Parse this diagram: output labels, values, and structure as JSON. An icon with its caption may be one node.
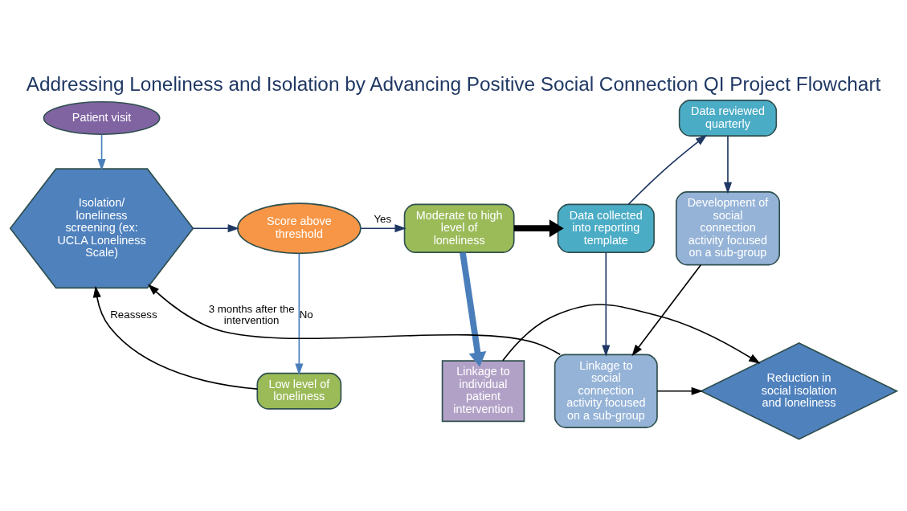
{
  "diagram": {
    "title": "Addressing Loneliness and Isolation by Advancing Positive Social Connection QI Project Flowchart",
    "nodes": [
      {
        "text": [
          "Patient visit"
        ]
      },
      {
        "text": [
          "Isolation/ loneliness screening (ex: UCLA Loneliness Scale)"
        ]
      },
      {
        "text": [
          "Score above threshold"
        ]
      },
      {
        "text": [
          "Moderate to high level of loneliness"
        ]
      },
      {
        "text": [
          "Low level of loneliness"
        ]
      },
      {
        "text": [
          "Linkage to individual patient intervention"
        ]
      },
      {
        "text": [
          "Data collected into reporting template"
        ]
      },
      {
        "text": [
          "Data reviewed quarterly"
        ]
      },
      {
        "text": [
          "Development of social connection activity focused on a sub-group"
        ]
      },
      {
        "text": [
          "Linkage to social connection activity focused on a sub-group"
        ]
      },
      {
        "text": [
          "Reduction in social isolation and loneliness"
        ]
      }
    ],
    "edges": [
      {
        "from": 0,
        "to": 1,
        "arrow": "to",
        "color": "#4a7ebb"
      },
      {
        "from": 1,
        "to": 2,
        "arrow": "to",
        "color": "#1f3864"
      },
      {
        "from": 2,
        "to": 3,
        "arrow": "to",
        "label": "Yes",
        "color": "#1f3864"
      },
      {
        "from": 2,
        "to": 4,
        "arrow": "to",
        "label": "No",
        "color": "#4a7ebb"
      },
      {
        "from": 4,
        "to": 1,
        "arrow": "to",
        "label": "Reassess"
      },
      {
        "from": 3,
        "to": 6,
        "arrow": "to",
        "style": "thick"
      },
      {
        "from": 3,
        "to": 5,
        "arrow": "to",
        "style": "thick",
        "color": "#4a7ebb"
      },
      {
        "from": 6,
        "to": 7,
        "arrow": "to",
        "color": "#1f3864"
      },
      {
        "from": 6,
        "to": 9,
        "arrow": "to",
        "color": "#1f3864"
      },
      {
        "from": 7,
        "to": 8,
        "arrow": "to",
        "color": "#1f3864"
      },
      {
        "from": 8,
        "to": 9,
        "arrow": "to"
      },
      {
        "from": 9,
        "to": 10,
        "arrow": "to"
      },
      {
        "from": 5,
        "to": 10,
        "arrow": "to"
      },
      {
        "from": 9,
        "to": 1,
        "arrow": "to",
        "label": "3 months after the intervention"
      }
    ]
  }
}
